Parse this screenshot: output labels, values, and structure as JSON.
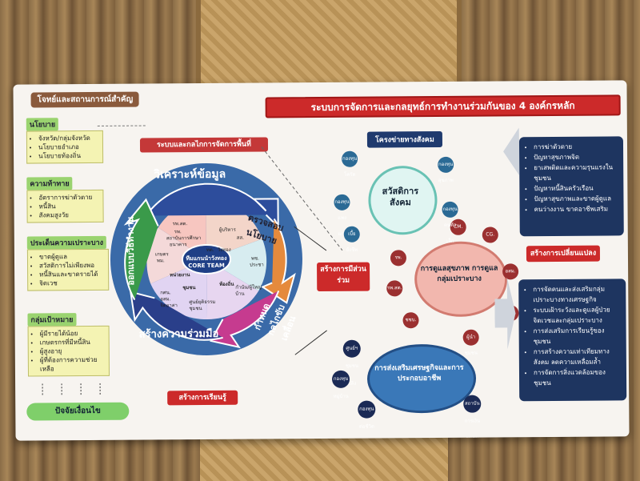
{
  "header": {
    "left_title": "โจทย์และสถานการณ์สำคัญ",
    "main_title": "ระบบการจัดการและกลยุทธ์การทำงานร่วมกันของ 4 องค์กรหลัก"
  },
  "left_panel": {
    "policy": {
      "title": "นโยบาย",
      "items": [
        "จังหวัด/กลุ่มจังหวัด",
        "นโยบายอำเภอ",
        "นโยบายท้องถิ่น"
      ]
    },
    "challenges": {
      "title": "ความท้าทาย",
      "items": [
        "อัตราการฆ่าตัวตาย",
        "หนี้สิน",
        "สังคมสูงวัย"
      ]
    },
    "vulnerable": {
      "title": "ประเด็นความเปราะบาง",
      "items": [
        "ขาดผู้ดูแล",
        "สวัสดิการไม่เพียงพอ",
        "หนี้สินและขาดรายได้",
        "จิตเวช"
      ]
    },
    "target": {
      "title": "กลุ่มเป้าหมาย",
      "items": [
        "ผู้มีรายได้น้อย",
        "เกษตรกรที่มีหนี้สิน",
        "ผู้สูงอายุ",
        "ผู้ที่ต้องการความช่วยเหลือ"
      ]
    },
    "factors": "ปัจจัยเงื่อนไข"
  },
  "center": {
    "system_label": "ระบบและกลไกการจัดการพื้นที่",
    "arrows": {
      "analyze": "วิเคราะห์ข้อมูล",
      "review": "ตรวจสอบนโยบาย",
      "drive": "กำหนดกลไกขับเคลื่อน",
      "participate": "สร้างความร่วมมือ",
      "operate": "ออกแบบวิธีทำงาน"
    },
    "segments": [
      "รพ.สต.",
      "รพ.",
      "สถาบันการศึกษา",
      "ธนาคาร",
      "เกษตร",
      "พม.",
      "ผู้บริหาร",
      "สส.",
      "ทต.",
      "วังทอง",
      "พช.",
      "ประชา",
      "กำนัน/ผู้ใหญ่บ้าน",
      "ศูนย์ยุติธรรมชุมชน",
      "กศน.",
      "อสม.",
      "จิตอาสา",
      "หน่วยงาน",
      "ท้องถิ่น",
      "ชุมชน"
    ],
    "core_line1": "ทีมแกนนำวังทอง",
    "core_line2": "CORE TEAM"
  },
  "right_panel": {
    "network_label": "โครงข่ายทางสังคม",
    "welfare": "สวัสดิการสังคม",
    "welfare_nodes": [
      "กองทุนโครัต",
      "กองทุนสุขภาพ",
      "กองทุนแพงแก่ง",
      "เบี้ยยังชีพ",
      "กองทุนคนตัวเล็ก"
    ],
    "health": "การดูแลสุขภาพ การดูแลกลุ่มเปราะบาง",
    "health_nodes": [
      "CM.",
      "CG.",
      "อสม.",
      "รพ.",
      "รพ.สต.",
      "ชชบ.",
      "ศพบ.",
      "ผู้นำชุมชน"
    ],
    "economy": "การส่งเสริมเศรษฐกิจและการประกอบอาชีพ",
    "economy_nodes": [
      "ศูนย์ฯ ชุมชนปลิง",
      "กองทุนหมู่บ้าน",
      "กองทุนต่อชีวิตเกษตร",
      "สถาบันการเงินชุมชน"
    ],
    "participation": "สร้างการมีส่วนร่วม",
    "learning": "สร้างการเรียนรู้",
    "change": "สร้างการเปลี่ยนแปลง",
    "top_list": [
      "การฆ่าตัวตาย",
      "ปัญหาสุขภาพจิต",
      "ยาเสพติดและความรุนแรงในชุมชน",
      "ปัญหาหนี้สินครัวเรือน",
      "ปัญหาสุขภาพและขาดผู้ดูแล",
      "คนว่างงาน ขาดอาชีพเสริม"
    ],
    "bottom_list": [
      "การจัดคนและส่งเสริมกลุ่มเปราะบางทางเศรษฐกิจ",
      "ระบบเฝ้าระวังและดูแลผู้ป่วยจิตเวชและกลุ่มเปราะบาง",
      "การส่งเสริมการเรียนรู้ของชุมชน",
      "การสร้างความเท่าเทียมทางสังคม ลดความเหลื่อมล้ำ",
      "การจัดการสิ่งแวดล้อมของชุมชน"
    ]
  },
  "colors": {
    "red": "#cc2a2a",
    "navy": "#1e3560",
    "yellow": "#f4f3b3"
  }
}
